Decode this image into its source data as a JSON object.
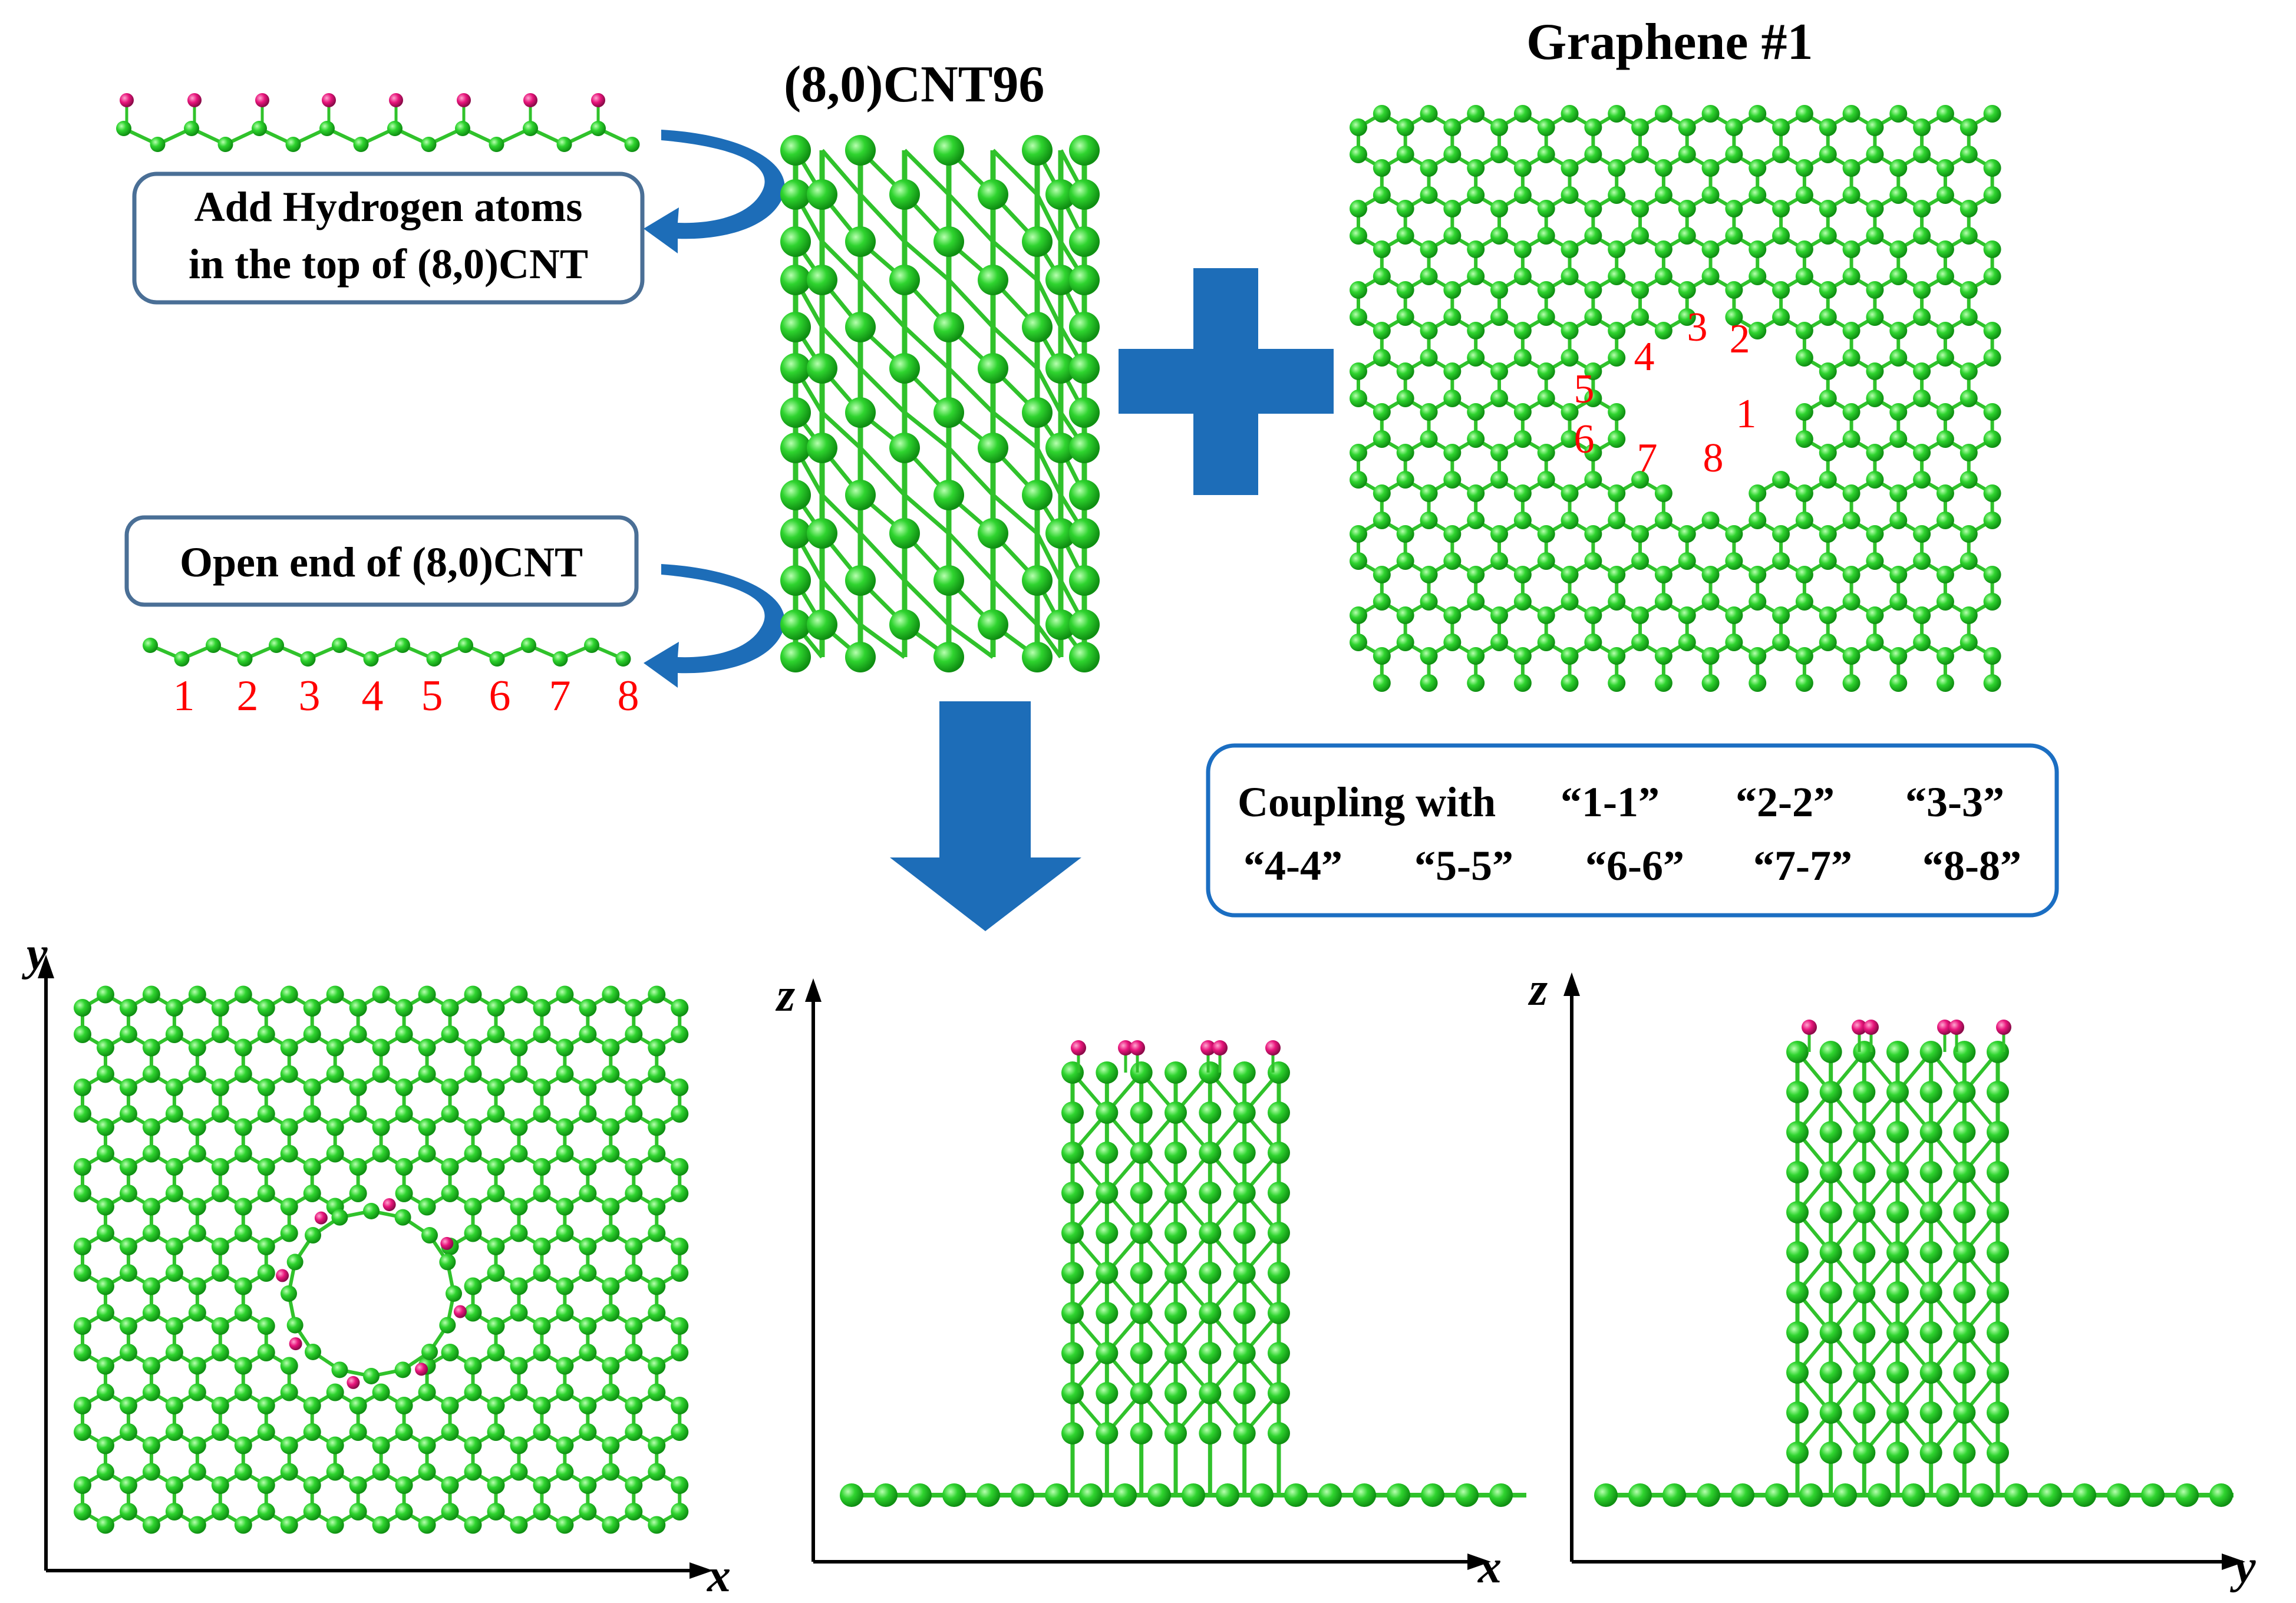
{
  "title_cnt": "(8,0)CNT96",
  "title_graphene": "Graphene #1",
  "box_hydrogen": [
    "Add Hydrogen atoms",
    "in the top of (8,0)CNT"
  ],
  "box_open": "Open end of (8,0)CNT",
  "chain_numbers": [
    "1",
    "2",
    "3",
    "4",
    "5",
    "6",
    "7",
    "8"
  ],
  "hole_numbers": [
    "3",
    "2",
    "4",
    "5",
    "1",
    "6",
    "7",
    "8"
  ],
  "coupling": {
    "line1_prefix": "Coupling with",
    "line1_pairs": [
      "“1-1”",
      "“2-2”",
      "“3-3”"
    ],
    "line2_pairs": [
      "“4-4”",
      "“5-5”",
      "“6-6”",
      "“7-7”",
      "“8-8”"
    ]
  },
  "axes": {
    "top_view": {
      "vertical": "y",
      "horizontal": "x"
    },
    "side_xz": {
      "vertical": "z",
      "horizontal": "x"
    },
    "side_yz": {
      "vertical": "z",
      "horizontal": "y"
    }
  },
  "colors": {
    "carbon": "#2bd42b",
    "hydrogen": "#e8157c",
    "arrow": "#1d6db8",
    "number": "#ff0000"
  }
}
